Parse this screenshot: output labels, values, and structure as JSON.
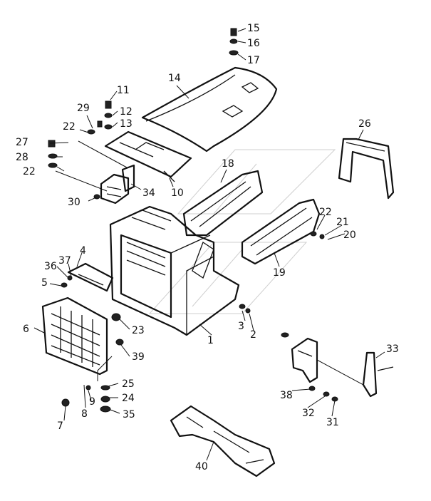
{
  "labels": {
    "p1": "1",
    "p2": "2",
    "p3": "3",
    "p4": "4",
    "p5": "5",
    "p6": "6",
    "p7": "7",
    "p8": "8",
    "p9": "9",
    "p10": "10",
    "p11": "11",
    "p12": "12",
    "p13": "13",
    "p14": "14",
    "p15": "15",
    "p16": "16",
    "p17": "17",
    "p18": "18",
    "p19": "19",
    "p20": "20",
    "p21": "21",
    "p22a": "22",
    "p22b": "22",
    "p22c": "22",
    "p23": "23",
    "p24": "24",
    "p25": "25",
    "p26": "26",
    "p27": "27",
    "p28": "28",
    "p29": "29",
    "p30": "30",
    "p31": "31",
    "p32": "32",
    "p33": "33",
    "p34": "34",
    "p35": "35",
    "p36": "36",
    "p37": "37",
    "p38": "38",
    "p39": "39",
    "p40": "40"
  }
}
